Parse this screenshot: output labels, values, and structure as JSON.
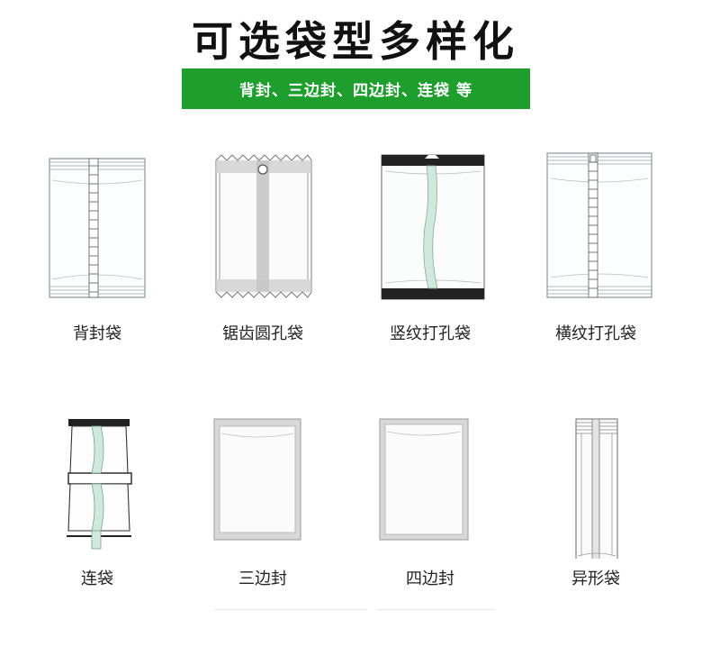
{
  "header": {
    "title": "可选袋型多样化",
    "subtitle": "背封、三边封、四边封、连袋 等"
  },
  "colors": {
    "banner_green": "#1e9e2c",
    "seam_green": "#cfe9dd"
  },
  "bags": [
    {
      "name": "背封袋",
      "icon": "back-seal-bag-icon"
    },
    {
      "name": "锯齿圆孔袋",
      "icon": "serrated-hole-bag-icon"
    },
    {
      "name": "竖纹打孔袋",
      "icon": "vertical-texture-punched-bag-icon"
    },
    {
      "name": "横纹打孔袋",
      "icon": "horizontal-texture-punched-bag-icon"
    },
    {
      "name": "连袋",
      "icon": "connected-bags-icon"
    },
    {
      "name": "三边封",
      "icon": "three-side-seal-bag-icon"
    },
    {
      "name": "四边封",
      "icon": "four-side-seal-bag-icon"
    },
    {
      "name": "异形袋",
      "icon": "special-shape-bag-icon"
    }
  ]
}
